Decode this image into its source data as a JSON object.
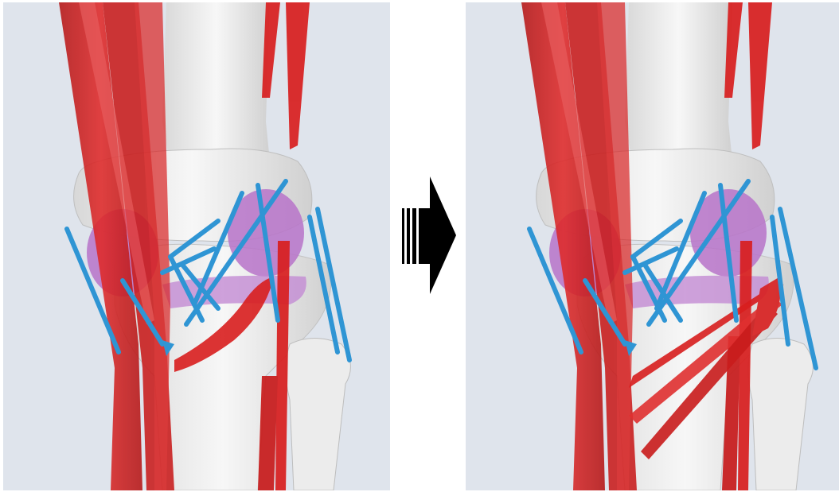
{
  "figure": {
    "panels": [
      {
        "id": "before",
        "state": "knee-extended"
      },
      {
        "id": "after",
        "state": "knee-flexed-muscle-shifted"
      }
    ],
    "arrow_icon": "right-arrow-icon",
    "colors": {
      "background": "#dfe4ec",
      "bone": "#f2f2f2",
      "bone_shade": "#c9c9c9",
      "muscle": "#d81e1e",
      "muscle_light": "#e84a4a",
      "ligament": "#2f95d4",
      "cartilage": "#b773c9",
      "arrow": "#000000"
    }
  }
}
